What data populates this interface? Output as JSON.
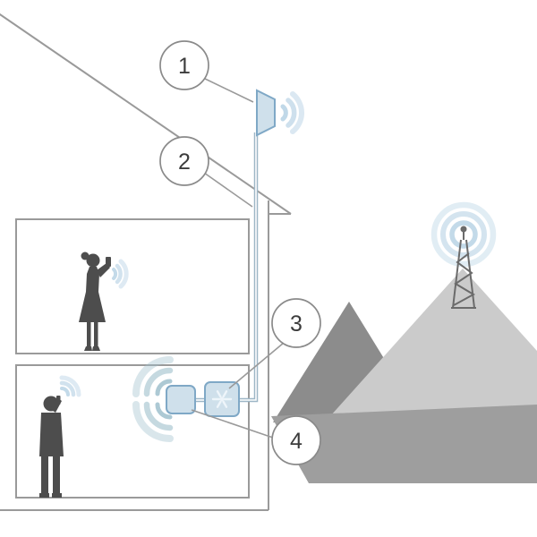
{
  "diagram": {
    "description": "cell-signal-booster-system-diagram",
    "callouts": [
      {
        "label": "1",
        "icon": "outdoor-antenna-icon"
      },
      {
        "label": "2",
        "icon": "coax-cable-icon"
      },
      {
        "label": "3",
        "icon": "signal-booster-icon"
      },
      {
        "label": "4",
        "icon": "indoor-antenna-icon"
      }
    ],
    "icons": [
      "outdoor-antenna-icon",
      "coax-cable-icon",
      "signal-booster-icon",
      "indoor-antenna-icon",
      "cell-tower-icon",
      "signal-waves-icon",
      "woman-with-phone-icon",
      "man-with-phone-icon",
      "house-outline-icon",
      "mountains-icon"
    ]
  },
  "colors": {
    "accent-blue-fill": "#cfe0eb",
    "accent-blue-stroke": "#7fa8c6",
    "cable-gray": "#9db6c6",
    "wave-blue": "#bdd6e7",
    "wave-teal": "#9fc0cc",
    "line-gray": "#9a9a9a",
    "silhouette-gray": "#4d4d4d",
    "mountain-dark": "#8c8c8c",
    "mountain-light": "#cbcbcb",
    "mountain-mid": "#9e9e9e",
    "tower-gray": "#6b6b6b",
    "callout-text": "#3c3c3c"
  }
}
